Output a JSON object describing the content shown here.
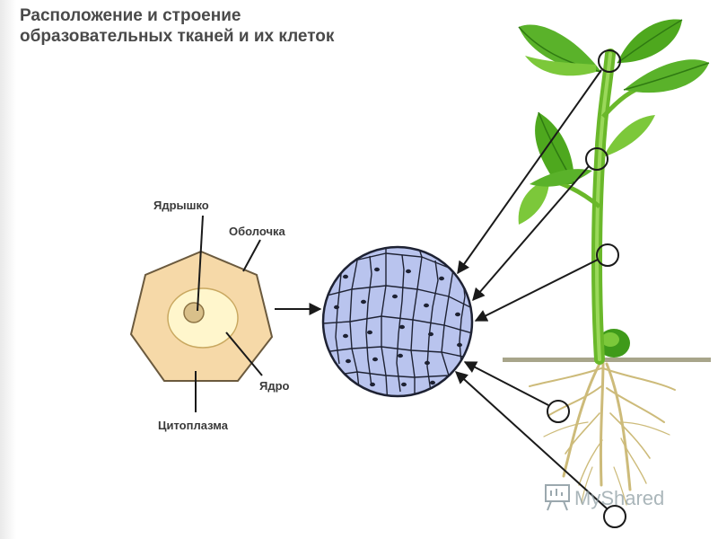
{
  "title": {
    "line1": "Расположение и строение",
    "line2": "образовательных тканей и их клеток"
  },
  "labels": {
    "nucleolus": "Ядрышко",
    "membrane": "Оболочка",
    "nucleus": "Ядро",
    "cytoplasm": "Цитоплазма"
  },
  "watermark": {
    "text": "MyShared",
    "icon": "presentation-board-icon"
  },
  "colors": {
    "cell_fill": "#f6d9a8",
    "cell_stroke": "#6b5a3e",
    "nucleus_fill": "#fff6cc",
    "nucleolus_fill": "#d9c08a",
    "tissue_fill": "#b9c4ee",
    "tissue_stroke": "#1e2233",
    "plant_green": "#6ab82a",
    "leaf_dark": "#3f9a1a",
    "root_color": "#cdbb7a",
    "ground": "#a8a58a"
  }
}
